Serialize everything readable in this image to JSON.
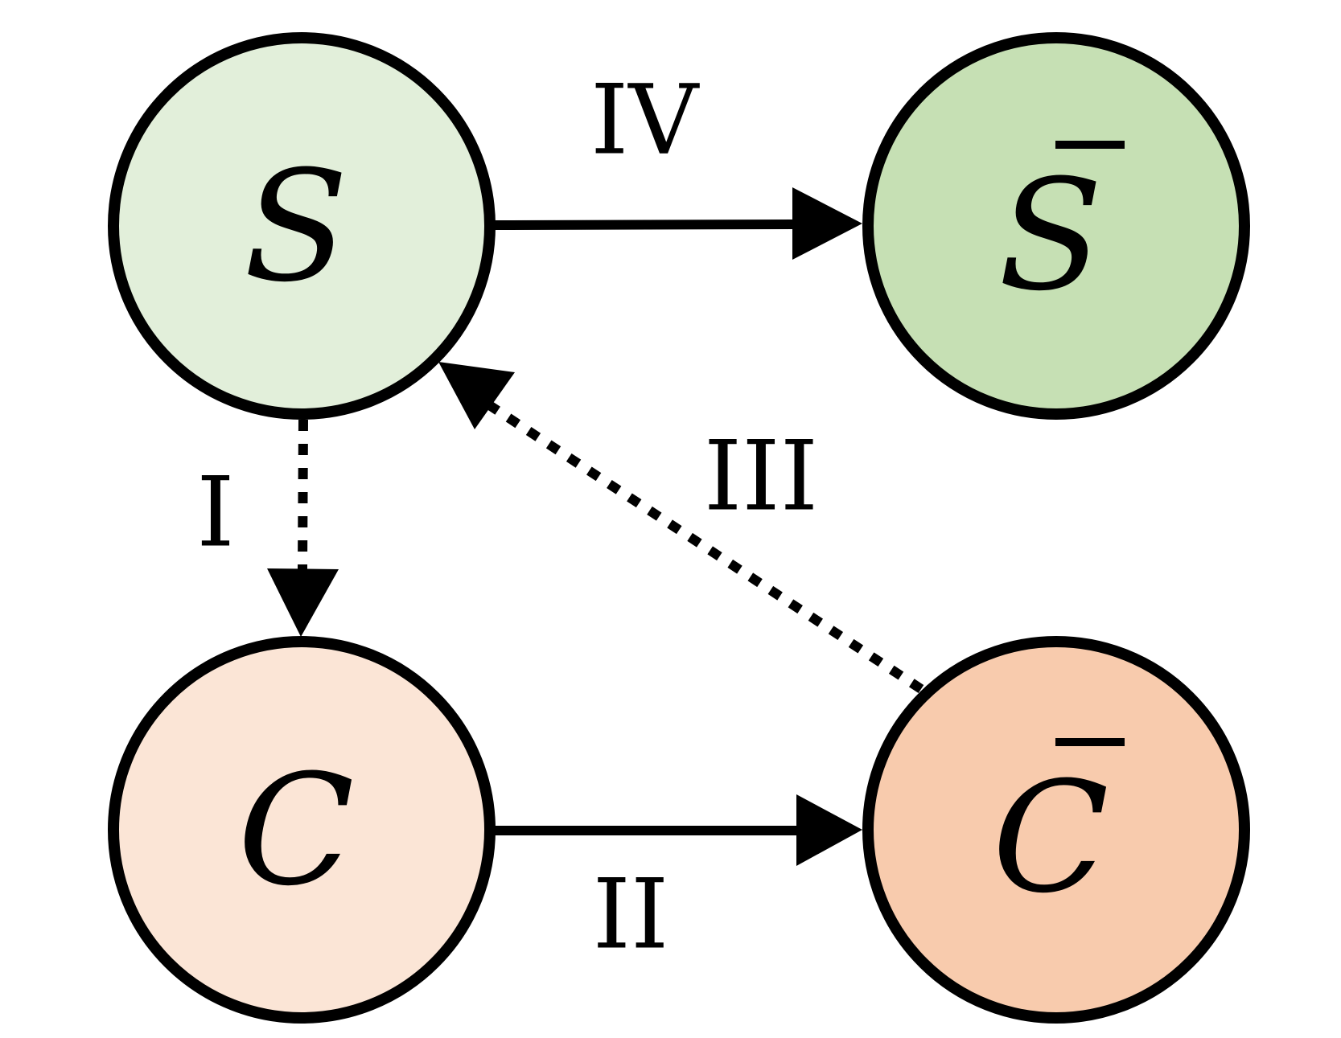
{
  "nodes": {
    "S": {
      "label": "S",
      "color": "#e2efda"
    },
    "S_bar": {
      "label": "S",
      "color": "#c6e0b4"
    },
    "C": {
      "label": "C",
      "color": "#fbe5d6"
    },
    "C_bar": {
      "label": "C",
      "color": "#f8cbad"
    }
  },
  "edges": {
    "I": {
      "label": "I",
      "from": "S",
      "to": "C",
      "style": "dotted"
    },
    "II": {
      "label": "II",
      "from": "C",
      "to": "C_bar",
      "style": "solid"
    },
    "III": {
      "label": "III",
      "from": "C_bar",
      "to": "S",
      "style": "dotted"
    },
    "IV": {
      "label": "IV",
      "from": "S",
      "to": "S_bar",
      "style": "solid"
    }
  },
  "colors": {
    "stroke": "#000000",
    "background": "#ffffff"
  }
}
